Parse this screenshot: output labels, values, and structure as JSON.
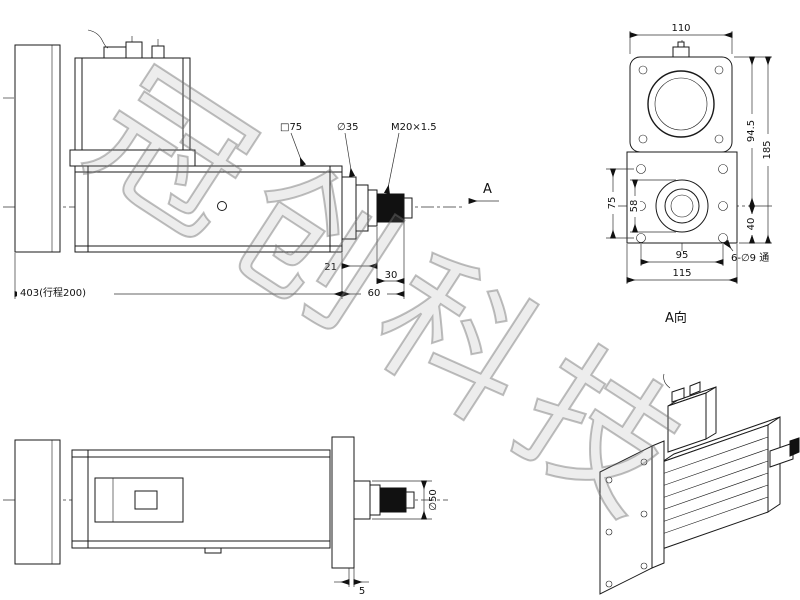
{
  "watermark": "冠创科技",
  "side_view": {
    "square75": "□75",
    "dia35": "∅35",
    "thread": "M20×1.5",
    "d21": "21",
    "d30": "30",
    "d403": "403(行程200)",
    "d60": "60",
    "section_label": "A"
  },
  "a_view": {
    "d110": "110",
    "d185": "185",
    "d94_5": "94.5",
    "d75": "75",
    "d58": "58",
    "d40": "40",
    "d95": "95",
    "d115": "115",
    "holes_note": "6-∅9 通",
    "view_label": "A向"
  },
  "plan_view": {
    "dia50": "∅50",
    "d5": "5"
  },
  "colors": {
    "line": "#1a1a1a",
    "watermark_gray": "#9a9a9a"
  }
}
